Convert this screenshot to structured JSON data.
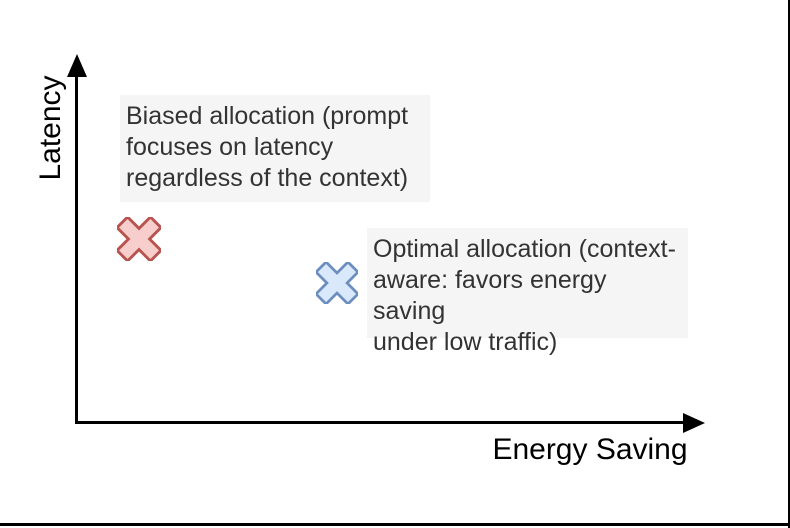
{
  "figure": {
    "y_axis_label": "Latency",
    "x_axis_label": "Energy Saving",
    "annotations": {
      "biased": {
        "text": "Biased allocation (prompt\nfocuses on latency\nregardless of the context)"
      },
      "optimal": {
        "text": "Optimal allocation (context-\naware: favors energy saving\nunder low traffic)"
      }
    },
    "markers": {
      "biased": {
        "shape": "x-cross",
        "stroke": "#b85450",
        "fill": "#f8cecc"
      },
      "optimal": {
        "shape": "x-cross",
        "stroke": "#6c8ebf",
        "fill": "#dae8fc"
      }
    },
    "colors": {
      "axis": "#000000",
      "annotation_background": "#f5f5f5",
      "annotation_text": "#333333",
      "frame_border": "#000000"
    }
  },
  "chart_data": {
    "type": "scatter",
    "title": "",
    "xlabel": "Energy Saving",
    "ylabel": "Latency",
    "axes_quantitative": false,
    "xlim": [
      0,
      1
    ],
    "ylim": [
      0,
      1
    ],
    "grid": false,
    "legend_position": "none",
    "points": [
      {
        "label": "Biased allocation (prompt focuses on latency regardless of the context)",
        "x": 0.1,
        "y": 0.5,
        "marker": "x",
        "stroke": "#b85450",
        "fill": "#f8cecc"
      },
      {
        "label": "Optimal allocation (context-aware: favors energy saving under low traffic)",
        "x": 0.41,
        "y": 0.39,
        "marker": "x",
        "stroke": "#6c8ebf",
        "fill": "#dae8fc"
      }
    ]
  }
}
